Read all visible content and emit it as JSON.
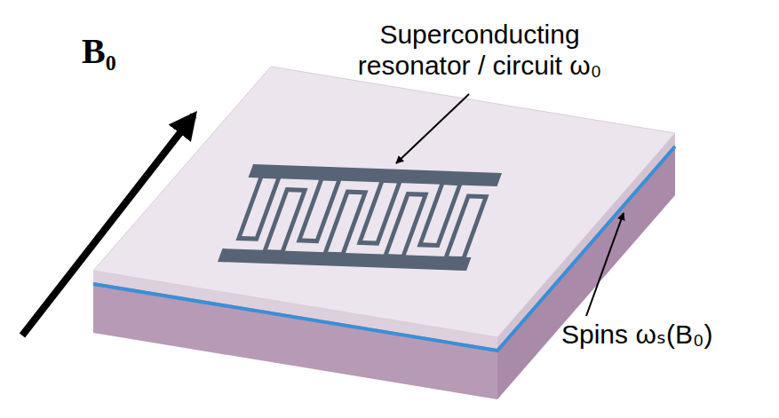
{
  "diagram": {
    "labels": [
      "B₀",
      "Superconducting resonator / circuit ω₀",
      "Spins ωₛ(B₀)"
    ]
  }
}
